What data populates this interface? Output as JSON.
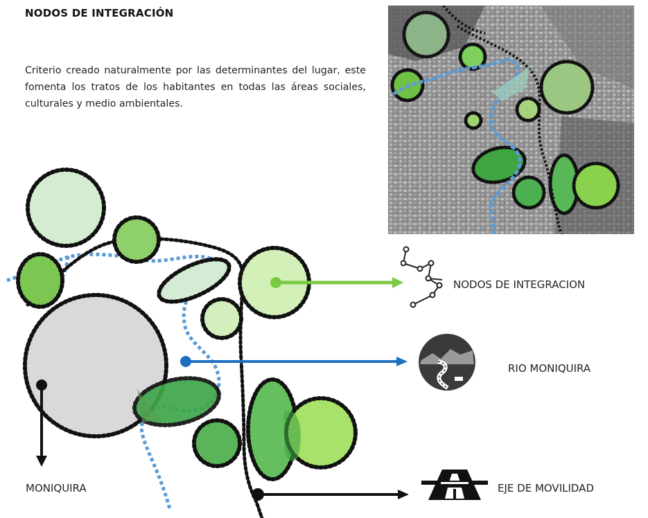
{
  "title": "NODOS DE INTEGRACIÓN",
  "description": "Criterio creado naturalmente por las determinantes del lugar, este fomenta los tratos de los habitantes en todas las áreas sociales, culturales y medio ambientales.",
  "legend": {
    "nodos": "NODOS DE INTEGRACION",
    "rio": "RIO MONIQUIRA",
    "eje": "EJE DE MOVILIDAD",
    "moniquira": "MONIQUIRA"
  },
  "colors": {
    "nodos_arrow": "#7ac943",
    "rio_arrow": "#1f6fc0",
    "eje_arrow": "#111111",
    "river_dotted": "#5b9bd5",
    "town_circle": "#d9d9d9"
  },
  "icons": {
    "nodos": "network-nodes-icon",
    "rio": "river-road-icon",
    "eje": "highway-icon"
  }
}
